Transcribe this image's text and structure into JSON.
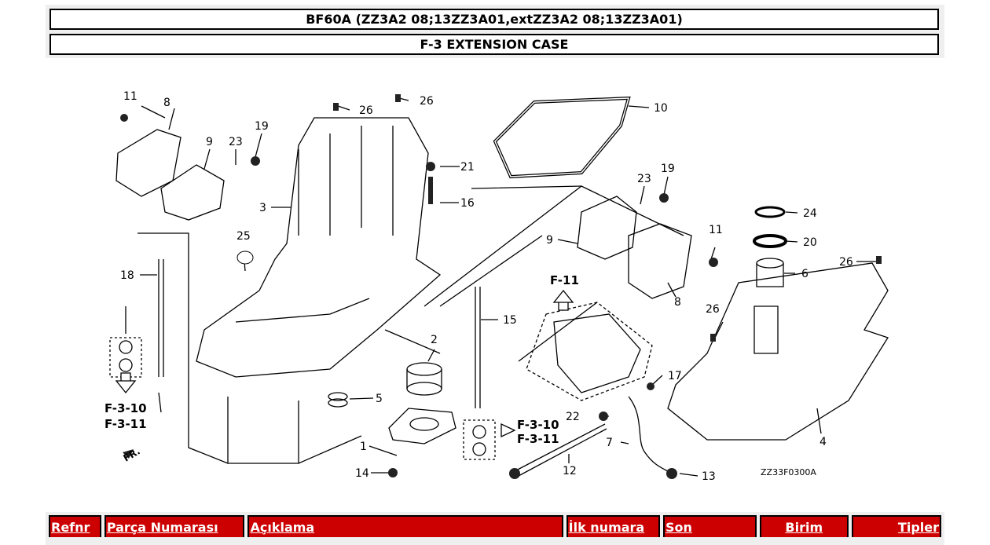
{
  "header": {
    "model": "BF60A (ZZ3A2 08;13ZZ3A01,extZZ3A2 08;13ZZ3A01)",
    "section": "F-3 EXTENSION CASE"
  },
  "diagram": {
    "code": "ZZ33F0300A",
    "front_label": "FR.",
    "refs": {
      "f3_10": "F-3-10",
      "f3_11": "F-3-11",
      "f11": "F-11"
    },
    "callouts": [
      "11",
      "8",
      "9",
      "23",
      "19",
      "26",
      "26",
      "10",
      "21",
      "16",
      "3",
      "23",
      "19",
      "24",
      "20",
      "11",
      "9",
      "6",
      "26",
      "25",
      "18",
      "8",
      "26",
      "15",
      "2",
      "5",
      "17",
      "22",
      "7",
      "1",
      "4",
      "12",
      "14",
      "13"
    ]
  },
  "table": {
    "columns": [
      "Refnr",
      "Parça Numarası",
      "Açıklama",
      "İlk numara",
      "Son",
      "Birim",
      "Tipler"
    ]
  },
  "colors": {
    "header_red": "#cc0000"
  }
}
